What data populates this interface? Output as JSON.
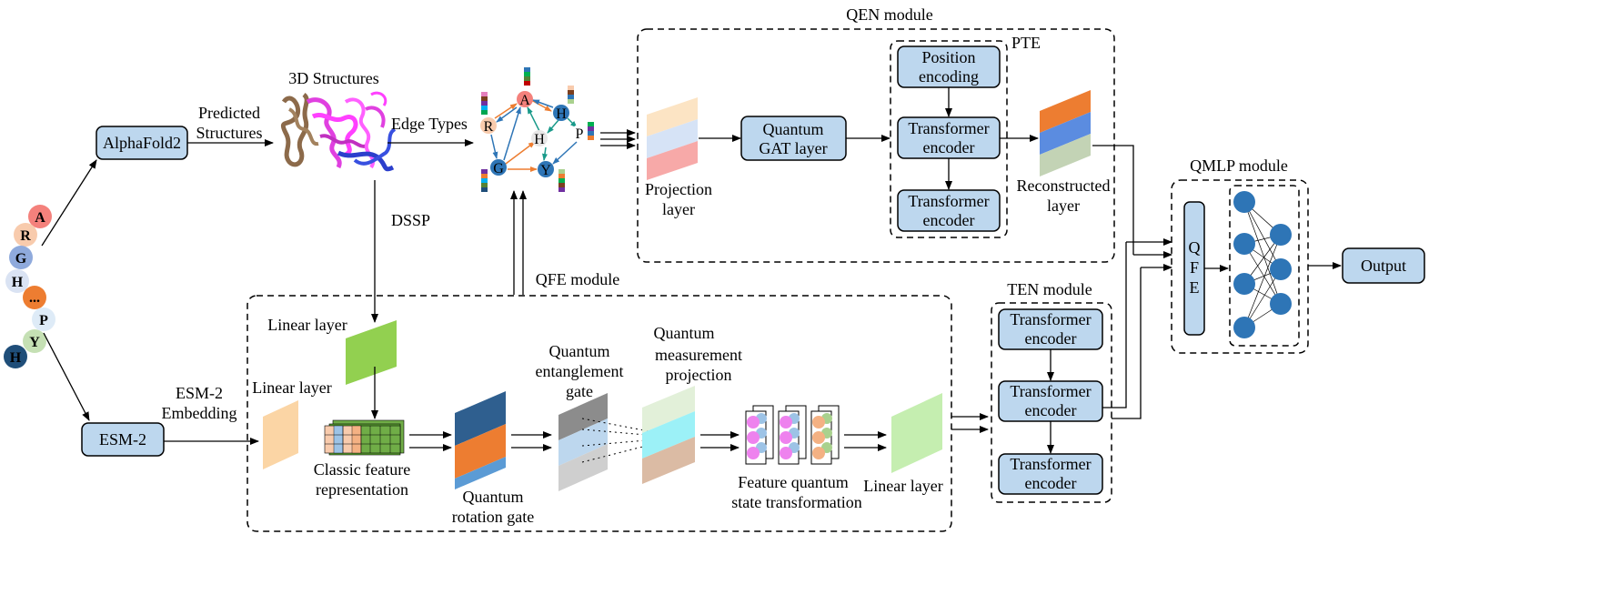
{
  "modules": {
    "qen": "QEN module",
    "pte": "PTE",
    "qfe": "QFE module",
    "ten": "TEN module",
    "qmlp": "QMLP module"
  },
  "inputs": {
    "residues": [
      "A",
      "R",
      "G",
      "H",
      "...",
      "P",
      "Y",
      "H"
    ]
  },
  "blocks": {
    "alphafold": "AlphaFold2",
    "esm": "ESM-2",
    "gat_line1": "Quantum",
    "gat_line2": "GAT layer",
    "pos_line1": "Position",
    "pos_line2": "encoding",
    "trans_line1": "Transformer",
    "trans_line2": "encoder",
    "qfe_letters": [
      "Q",
      "F",
      "E"
    ],
    "output": "Output"
  },
  "labels": {
    "predicted_1": "Predicted",
    "predicted_2": "Structures",
    "structures_3d": "3D Structures",
    "edge_types": "Edge Types",
    "dssp": "DSSP",
    "esm_emb_1": "ESM-2",
    "esm_emb_2": "Embedding",
    "projection_1": "Projection",
    "projection_2": "layer",
    "reconstructed_1": "Reconstructed",
    "reconstructed_2": "layer",
    "linear_layer": "Linear layer",
    "classic_1": "Classic feature",
    "classic_2": "representation",
    "qrot_1": "Quantum",
    "qrot_2": "rotation gate",
    "qent_1": "Quantum",
    "qent_2": "entanglement",
    "qent_3": "gate",
    "qmeas_1": "Quantum",
    "qmeas_2": "measurement",
    "qmeas_3": "projection",
    "fqst_1": "Feature quantum",
    "fqst_2": "state transformation"
  },
  "graph_nodes": [
    "A",
    "R",
    "H",
    "H",
    "P",
    "G",
    "Y"
  ],
  "colors": {
    "block_fill": "#bdd7ee",
    "node_blue": "#2e75b6",
    "node_orange": "#f4b183",
    "node_red": "#f4817c",
    "node_green": "#a9d18e",
    "accent_orange": "#ed7d31"
  }
}
